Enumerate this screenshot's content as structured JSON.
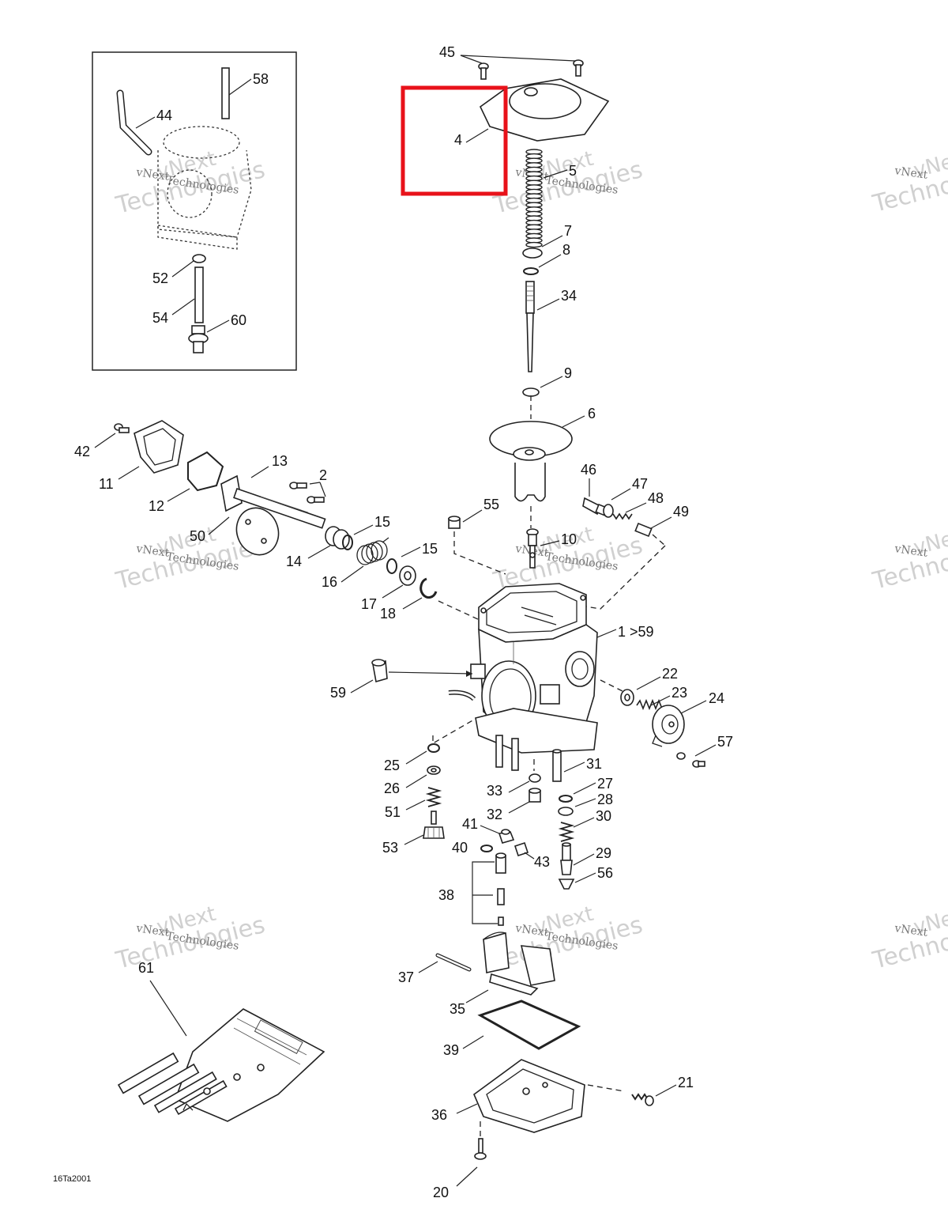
{
  "drawing_code": "16Ta2001",
  "highlight_color": "#e8121a",
  "watermark": {
    "line1": "vNext",
    "line2": "Technologies"
  },
  "callouts": {
    "c45": "45",
    "c4": "4",
    "c5": "5",
    "c7": "7",
    "c8": "8",
    "c34": "34",
    "c9": "9",
    "c6": "6",
    "c58": "58",
    "c44": "44",
    "c52": "52",
    "c54": "54",
    "c60": "60",
    "c42": "42",
    "c11": "11",
    "c12": "12",
    "c13": "13",
    "c2": "2",
    "c50": "50",
    "c14": "14",
    "c15a": "15",
    "c16": "16",
    "c15b": "15",
    "c17": "17",
    "c18": "18",
    "c55": "55",
    "c46": "46",
    "c47": "47",
    "c48": "48",
    "c49": "49",
    "c10": "10",
    "c1_59": "1 >59",
    "c59": "59",
    "c22": "22",
    "c23": "23",
    "c24": "24",
    "c57": "57",
    "c25": "25",
    "c26": "26",
    "c51": "51",
    "c53": "53",
    "c33": "33",
    "c32": "32",
    "c31": "31",
    "c27": "27",
    "c28": "28",
    "c30": "30",
    "c41": "41",
    "c40": "40",
    "c43": "43",
    "c29": "29",
    "c56": "56",
    "c38": "38",
    "c37": "37",
    "c35": "35",
    "c39": "39",
    "c36": "36",
    "c21": "21",
    "c20": "20",
    "c61": "61"
  }
}
